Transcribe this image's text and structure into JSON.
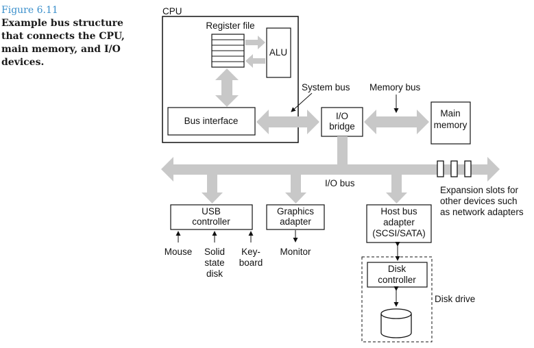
{
  "caption": {
    "figure": "Figure 6.11",
    "text": "Example bus structure that connects the CPU, main memory, and I/O devices."
  },
  "diagram": {
    "cpu_label": "CPU",
    "register_file": "Register file",
    "alu": "ALU",
    "bus_interface": "Bus interface",
    "system_bus": "System bus",
    "memory_bus": "Memory bus",
    "io_bridge": [
      "I/O",
      "bridge"
    ],
    "main_memory": [
      "Main",
      "memory"
    ],
    "io_bus": "I/O bus",
    "expansion_slots": [
      "Expansion slots for",
      "other devices such",
      "as network adapters"
    ],
    "usb_controller": [
      "USB",
      "controller"
    ],
    "graphics_adapter": [
      "Graphics",
      "adapter"
    ],
    "host_bus_adapter": [
      "Host bus",
      "adapter",
      "(SCSI/SATA)"
    ],
    "mouse": "Mouse",
    "solid_state_disk": [
      "Solid",
      "state",
      "disk"
    ],
    "keyboard": [
      "Key-",
      "board"
    ],
    "monitor": "Monitor",
    "disk_controller": [
      "Disk",
      "controller"
    ],
    "disk_drive": "Disk drive"
  },
  "colors": {
    "bus": "#c8c8c8",
    "caption_figure": "#3a8fcb",
    "line": "#111111"
  }
}
